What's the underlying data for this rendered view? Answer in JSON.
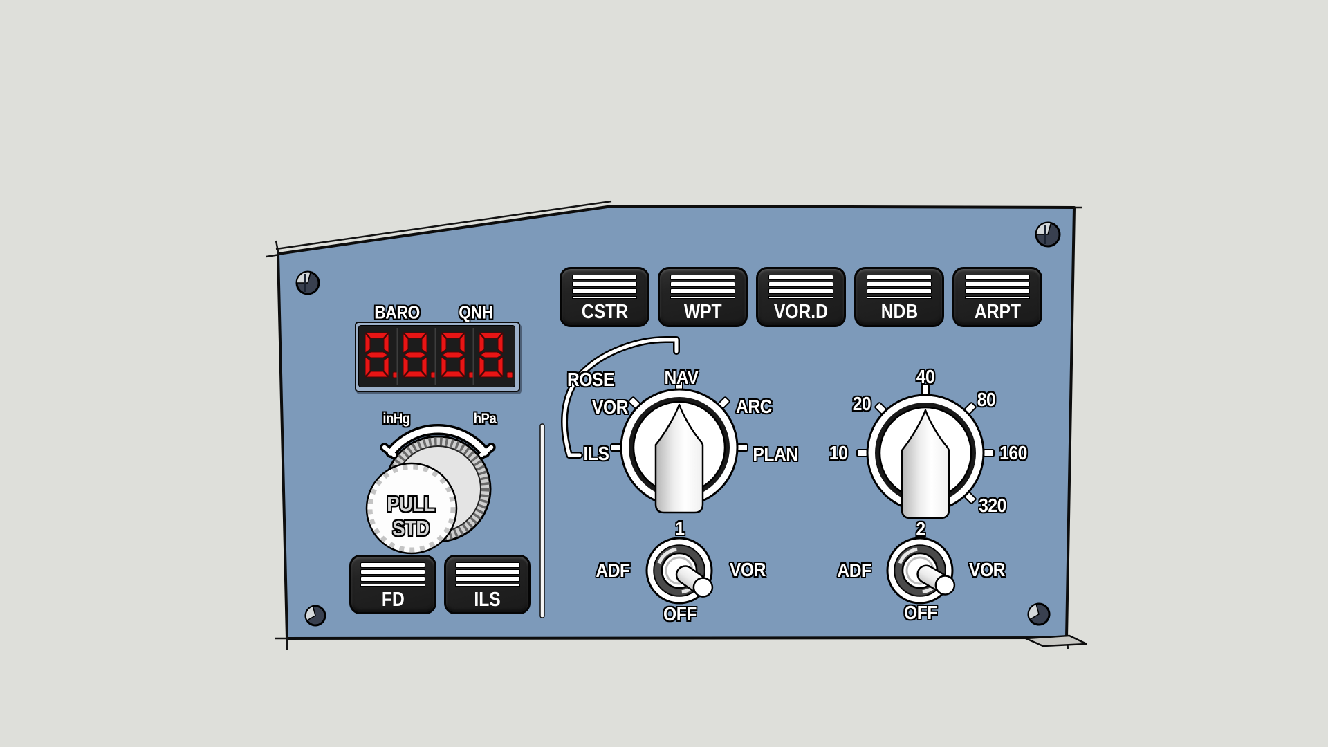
{
  "scene": {
    "background_color": "#dedfda",
    "panel_color": "#7d9aba"
  },
  "baro": {
    "label_left": "BARO",
    "label_right": "QNH",
    "display_digits": [
      "8.",
      "8.",
      "8.",
      "8."
    ],
    "seven_segment_color": "#e81515",
    "unit_left": "inHg",
    "unit_right": "hPa",
    "knob_text_line1": "PULL",
    "knob_text_line2": "STD"
  },
  "buttons": {
    "fd": "FD",
    "ils": "ILS",
    "efis": [
      {
        "label": "CSTR"
      },
      {
        "label": "WPT"
      },
      {
        "label": "VOR.D"
      },
      {
        "label": "NDB"
      },
      {
        "label": "ARPT"
      }
    ]
  },
  "nd_mode_selector": {
    "rose": "ROSE",
    "nav": "NAV",
    "vor": "VOR",
    "arc": "ARC",
    "ils": "ILS",
    "plan": "PLAN",
    "selected": "NAV"
  },
  "nd_range_selector": {
    "r10": "10",
    "r20": "20",
    "r40": "40",
    "r80": "80",
    "r160": "160",
    "r320": "320",
    "selected": "40"
  },
  "adf_vor_switches": [
    {
      "unit_id": "1",
      "left": "ADF",
      "right": "VOR",
      "bottom": "OFF",
      "position": "VOR"
    },
    {
      "unit_id": "2",
      "left": "ADF",
      "right": "VOR",
      "bottom": "OFF",
      "position": "VOR"
    }
  ]
}
